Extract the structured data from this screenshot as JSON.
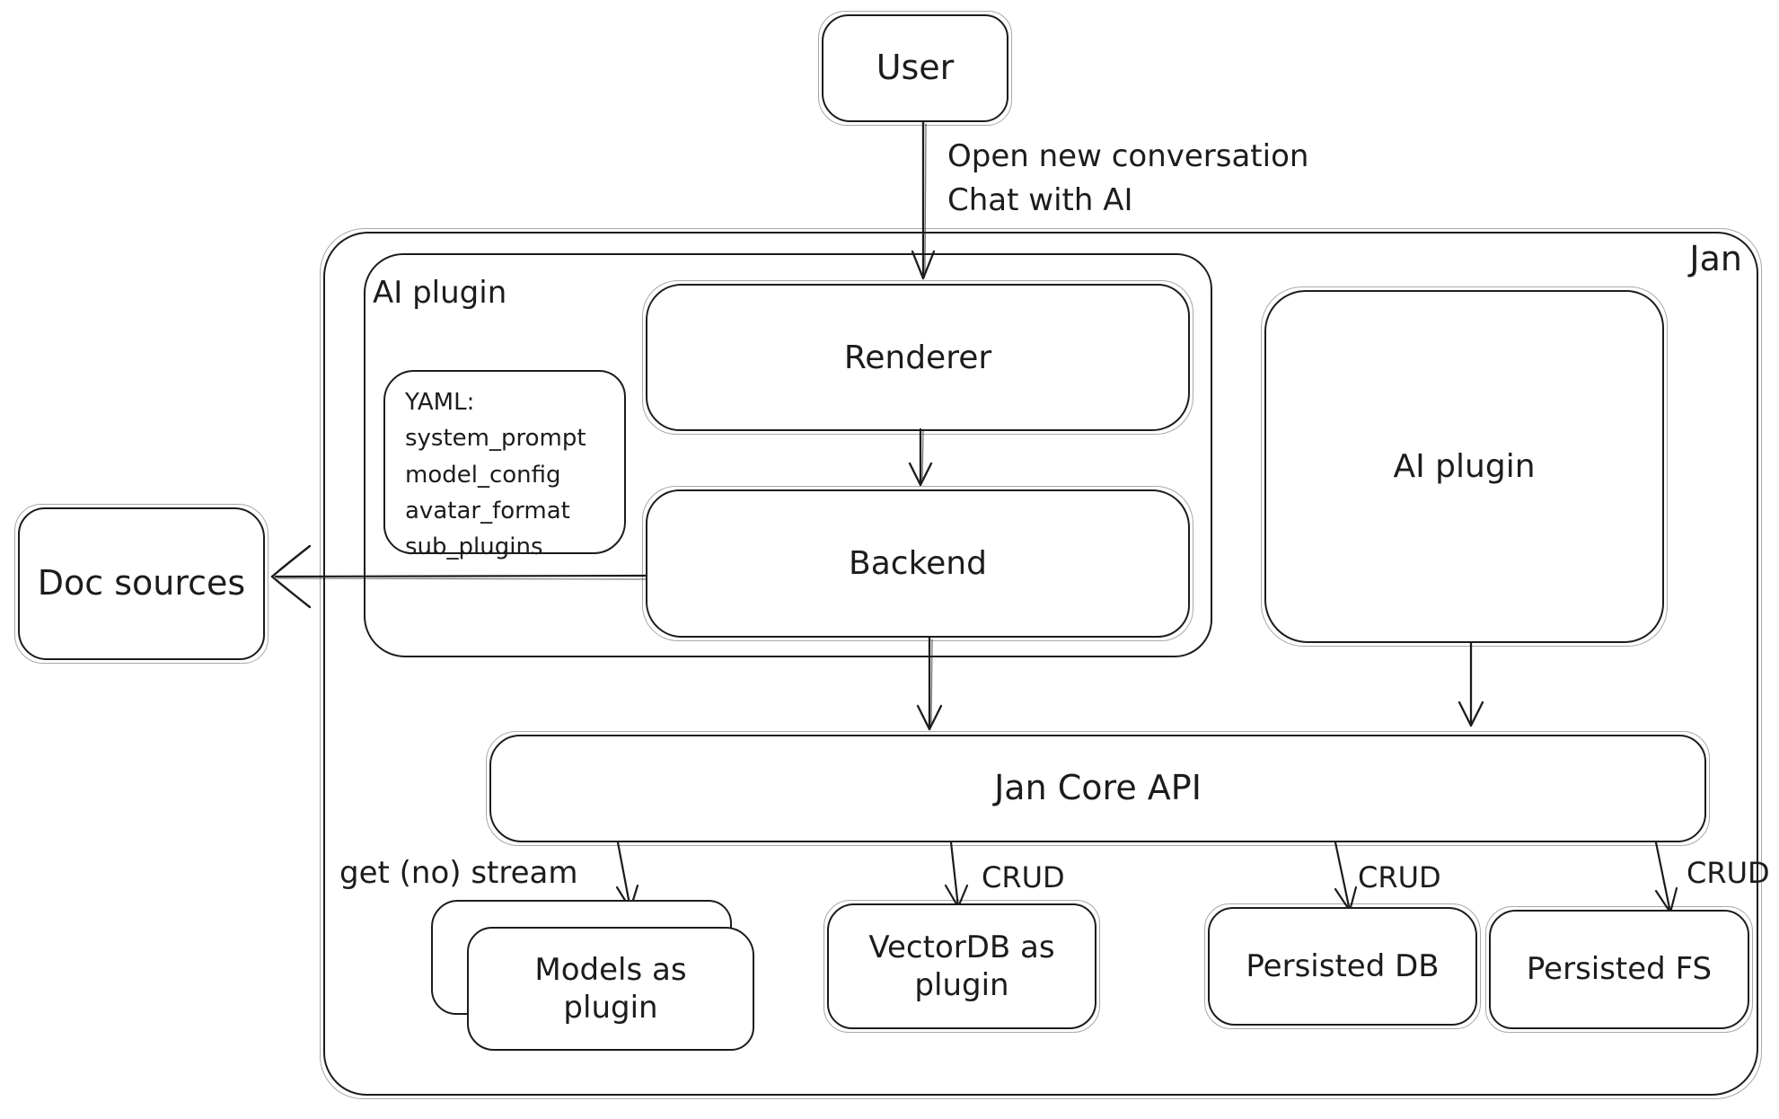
{
  "colors": {
    "stroke": "#1c1c1c",
    "background": "#ffffff"
  },
  "nodes": {
    "user": "User",
    "jan": "Jan",
    "plugin_group": "AI plugin",
    "renderer": "Renderer",
    "backend": "Backend",
    "plugin_right": "AI plugin",
    "doc_sources": "Doc sources",
    "jan_core_api": "Jan Core API",
    "models": "Models as plugin",
    "vectordb": "VectorDB as plugin",
    "persisted_db": "Persisted DB",
    "persisted_fs": "Persisted FS"
  },
  "yaml_note": {
    "title": "YAML:",
    "lines": [
      "system_prompt",
      "model_config",
      "avatar_format",
      "sub_plugins"
    ]
  },
  "edge_labels": {
    "user_arrow_line1": "Open new conversation",
    "user_arrow_line2": "Chat with AI",
    "get_stream": "get (no) stream",
    "crud_vectordb": "CRUD",
    "crud_db": "CRUD",
    "crud_fs": "CRUD"
  }
}
